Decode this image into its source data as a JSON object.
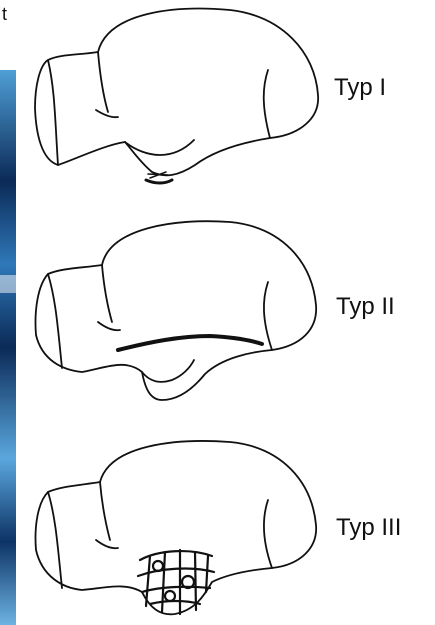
{
  "corner_text": "t",
  "labels": [
    "Typ I",
    "Typ II",
    "Typ III"
  ],
  "colors": {
    "ink": "#111111",
    "strip_dark": "#0b2a57",
    "strip_light": "#4f9fd6"
  }
}
